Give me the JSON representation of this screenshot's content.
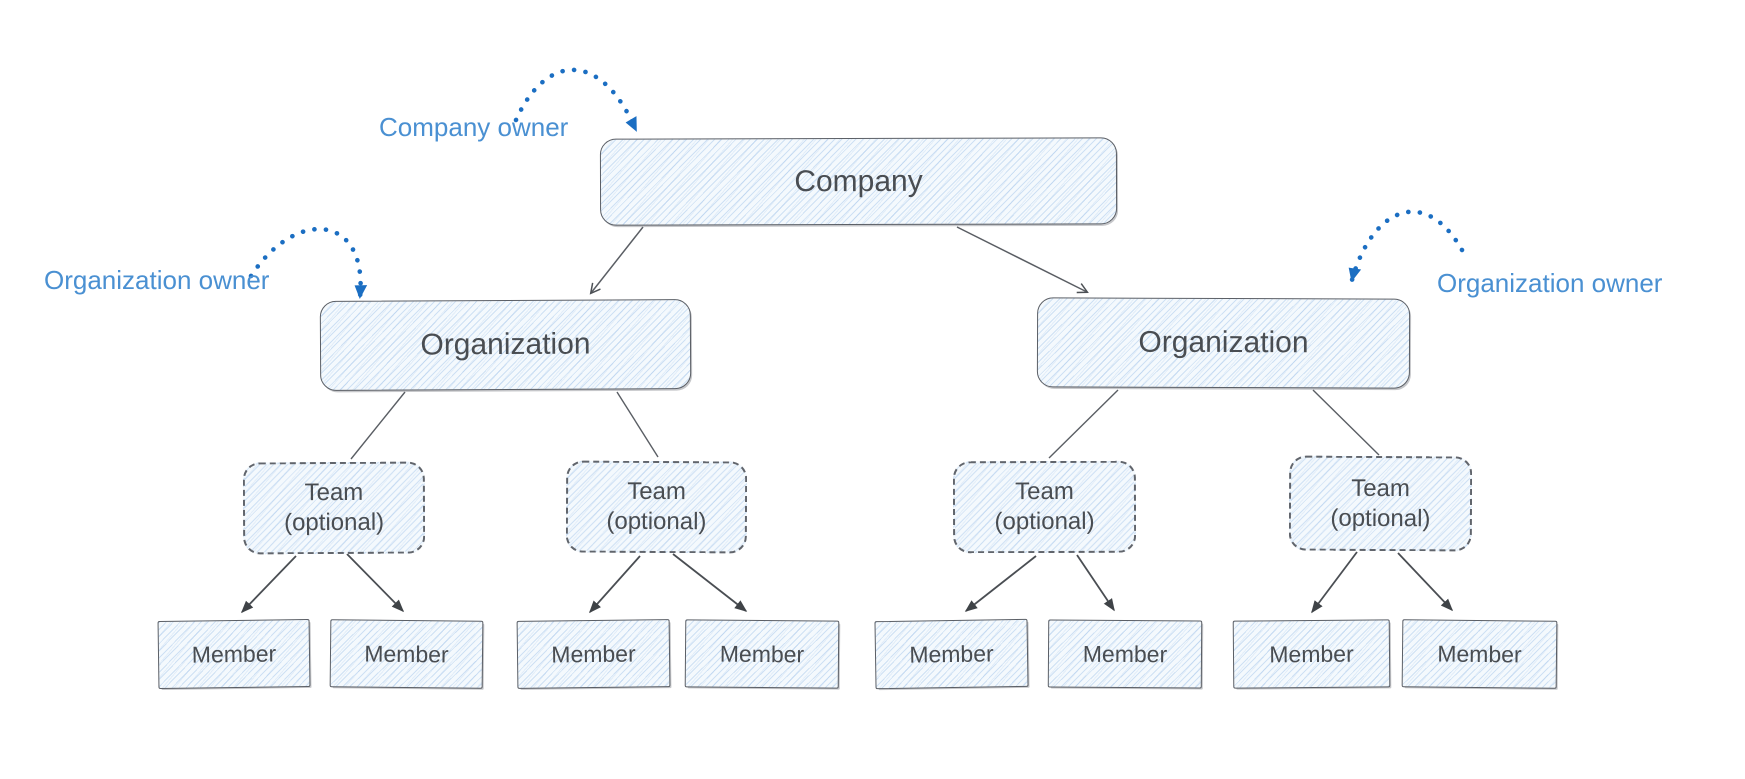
{
  "diagram_type": "organization-hierarchy-sketch",
  "nodes": {
    "company": {
      "label": "Company"
    },
    "organizations": [
      {
        "label": "Organization"
      },
      {
        "label": "Organization"
      }
    ],
    "teams": [
      {
        "title": "Team",
        "subtitle": "(optional)"
      },
      {
        "title": "Team",
        "subtitle": "(optional)"
      },
      {
        "title": "Team",
        "subtitle": "(optional)"
      },
      {
        "title": "Team",
        "subtitle": "(optional)"
      }
    ],
    "members": [
      {
        "label": "Member"
      },
      {
        "label": "Member"
      },
      {
        "label": "Member"
      },
      {
        "label": "Member"
      },
      {
        "label": "Member"
      },
      {
        "label": "Member"
      },
      {
        "label": "Member"
      },
      {
        "label": "Member"
      }
    ]
  },
  "annotations": {
    "company_owner": "Company owner",
    "organization_owner_left": "Organization owner",
    "organization_owner_right": "Organization owner"
  },
  "edges": [
    {
      "from": "company",
      "to": "organization-1",
      "style": "thin-open-arrow"
    },
    {
      "from": "company",
      "to": "organization-2",
      "style": "thin-open-arrow"
    },
    {
      "from": "organization-1",
      "to": "team-1",
      "style": "plain-line"
    },
    {
      "from": "organization-1",
      "to": "team-2",
      "style": "plain-line"
    },
    {
      "from": "organization-2",
      "to": "team-3",
      "style": "plain-line"
    },
    {
      "from": "organization-2",
      "to": "team-4",
      "style": "plain-line"
    },
    {
      "from": "team-1",
      "to": "member-1",
      "style": "solid-arrow"
    },
    {
      "from": "team-1",
      "to": "member-2",
      "style": "solid-arrow"
    },
    {
      "from": "team-2",
      "to": "member-3",
      "style": "solid-arrow"
    },
    {
      "from": "team-2",
      "to": "member-4",
      "style": "solid-arrow"
    },
    {
      "from": "team-3",
      "to": "member-5",
      "style": "solid-arrow"
    },
    {
      "from": "team-3",
      "to": "member-6",
      "style": "solid-arrow"
    },
    {
      "from": "team-4",
      "to": "member-7",
      "style": "solid-arrow"
    },
    {
      "from": "team-4",
      "to": "member-8",
      "style": "solid-arrow"
    }
  ],
  "owner_arrows": [
    {
      "label": "Company owner",
      "points_to": "company",
      "style": "blue-dotted-curve"
    },
    {
      "label": "Organization owner",
      "points_to": "organization-1",
      "style": "blue-dotted-curve"
    },
    {
      "label": "Organization owner",
      "points_to": "organization-2",
      "style": "blue-dotted-curve"
    }
  ],
  "colors": {
    "background": "#ffffff",
    "node_fill": "#f4f9fd",
    "node_hatch": "#78a8e0",
    "node_border": "#5b5f66",
    "node_text": "#494d52",
    "connector": "#5a5e64",
    "owner_arrow_blue": "#1b6ec2",
    "owner_label_blue": "#4a90d2"
  }
}
